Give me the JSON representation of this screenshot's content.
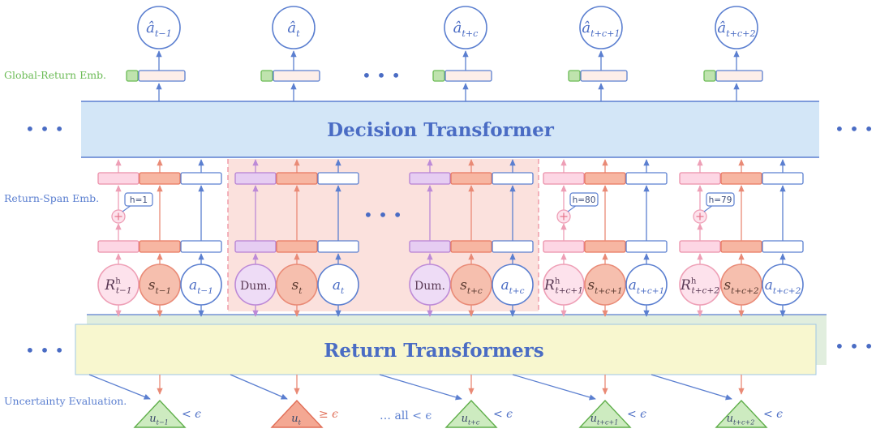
{
  "labels": {
    "global_return_emb": "Global-Return Emb.",
    "return_span_emb": "Return-Span Emb.",
    "uncertainty_eval": "Uncertainty Evaluation.",
    "decision_transformer": "Decision Transformer",
    "return_transformers": "Return Transformers",
    "ellipsis": "• • •"
  },
  "outputs": [
    {
      "base": "â",
      "sub": "t−1"
    },
    {
      "base": "â",
      "sub": "t"
    },
    {
      "base": "â",
      "sub": "t+c"
    },
    {
      "base": "â",
      "sub": "t+c+1"
    },
    {
      "base": "â",
      "sub": "t+c+2"
    }
  ],
  "token_groups": [
    {
      "first": {
        "base": "R",
        "sup": "h",
        "sub": "t−1"
      },
      "state": {
        "base": "s",
        "sub": "t−1"
      },
      "action": {
        "base": "a",
        "sub": "t−1"
      },
      "h": "h=1",
      "dummy": false
    },
    {
      "first": {
        "base": "Dum.",
        "sup": "",
        "sub": ""
      },
      "state": {
        "base": "s",
        "sub": "t"
      },
      "action": {
        "base": "a",
        "sub": "t"
      },
      "h": "",
      "dummy": true
    },
    {
      "first": {
        "base": "Dum.",
        "sup": "",
        "sub": ""
      },
      "state": {
        "base": "s",
        "sub": "t+c"
      },
      "action": {
        "base": "a",
        "sub": "t+c"
      },
      "h": "",
      "dummy": true
    },
    {
      "first": {
        "base": "R",
        "sup": "h",
        "sub": "t+c+1"
      },
      "state": {
        "base": "s",
        "sub": "t+c+1"
      },
      "action": {
        "base": "a",
        "sub": "t+c+1"
      },
      "h": "h=80",
      "dummy": false
    },
    {
      "first": {
        "base": "R",
        "sup": "h",
        "sub": "t+c+2"
      },
      "state": {
        "base": "s",
        "sub": "t+c+2"
      },
      "action": {
        "base": "a",
        "sub": "t+c+2"
      },
      "h": "h=79",
      "dummy": false
    }
  ],
  "uncertainty": [
    {
      "base": "u",
      "sub": "t−1",
      "relation": "< ϵ",
      "status": "pass"
    },
    {
      "base": "u",
      "sub": "t",
      "relation": "≥ ϵ",
      "status": "fail"
    },
    {
      "base": "u",
      "sub": "t+c",
      "relation": "< ϵ",
      "status": "pass"
    },
    {
      "base": "u",
      "sub": "t+c+1",
      "relation": "< ϵ",
      "status": "pass"
    },
    {
      "base": "u",
      "sub": "t+c+2",
      "relation": "< ϵ",
      "status": "pass"
    }
  ],
  "all_less_note": "… all < ϵ",
  "colors": {
    "blue": "#5b7fd0",
    "salmon": "#e98a76",
    "pink": "#ee9fb6",
    "purple": "#bd8ad7",
    "green": "#6bbb55",
    "dt_fill": "#d3e6f7",
    "rt_fill": "#f8f7cf",
    "highlight": "#fbe1dd"
  }
}
